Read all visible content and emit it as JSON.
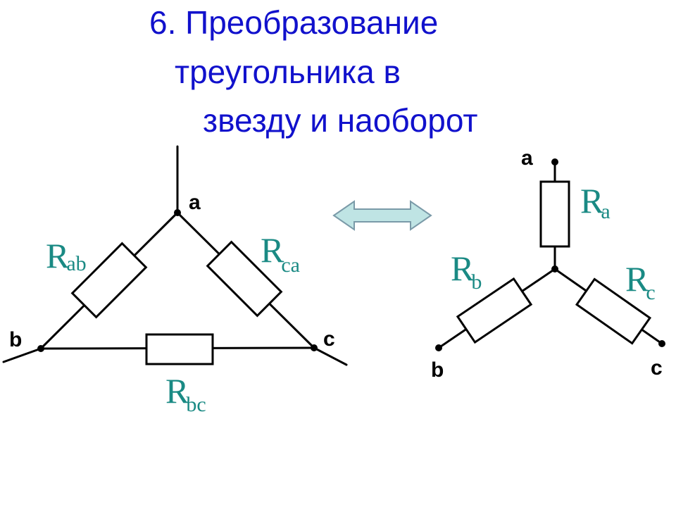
{
  "title": {
    "line1": "6. Преобразование",
    "line2": "треугольника в",
    "line3": "звезду и наоборот"
  },
  "triangle": {
    "node_a": "a",
    "node_b": "b",
    "node_c": "c",
    "r_ab": {
      "main": "R",
      "sub": "ab"
    },
    "r_ca": {
      "main": "R",
      "sub": "ca"
    },
    "r_bc": {
      "main": "R",
      "sub": "bc"
    }
  },
  "star": {
    "node_a": "a",
    "node_b": "b",
    "node_c": "c",
    "r_a": {
      "main": "R",
      "sub": "a"
    },
    "r_b": {
      "main": "R",
      "sub": "b"
    },
    "r_c": {
      "main": "R",
      "sub": "c"
    }
  },
  "colors": {
    "title": "#1111cc",
    "resistor_label": "#1a8a84",
    "arrow_fill": "#bfe4e4",
    "arrow_stroke": "#7a9aa8",
    "wire": "#000000"
  },
  "icons": {
    "conversion_arrow": "double-arrow-icon"
  }
}
